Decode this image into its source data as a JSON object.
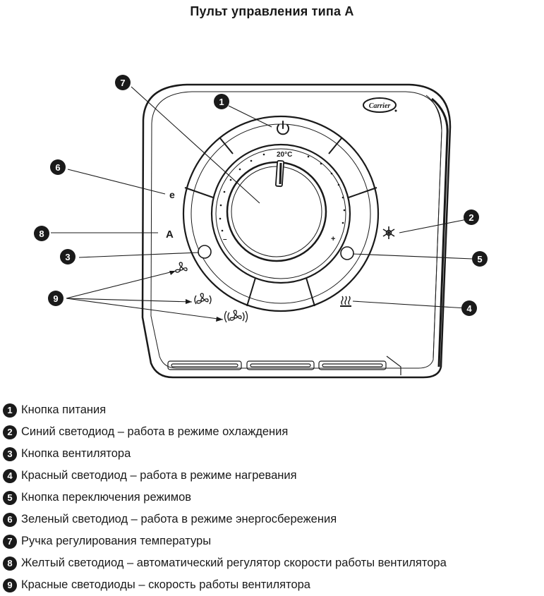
{
  "title": "Пульт управления типа А",
  "device": {
    "brand": "Carrier",
    "temperature": "20°C",
    "mode_letter_auto": "A",
    "mode_letter_eco": "e",
    "knob_minus": "–",
    "knob_plus": "+"
  },
  "callouts": [
    "1",
    "2",
    "3",
    "4",
    "5",
    "6",
    "7",
    "8",
    "9"
  ],
  "legend": [
    {
      "num": "1",
      "text": "Кнопка питания"
    },
    {
      "num": "2",
      "text": "Синий светодиод – работа в режиме охлаждения"
    },
    {
      "num": "3",
      "text": "Кнопка вентилятора"
    },
    {
      "num": "4",
      "text": "Красный светодиод – работа в режиме нагревания"
    },
    {
      "num": "5",
      "text": "Кнопка переключения режимов"
    },
    {
      "num": "6",
      "text": "Зеленый светодиод – работа в режиме энергосбережения"
    },
    {
      "num": "7",
      "text": "Ручка регулирования температуры"
    },
    {
      "num": "8",
      "text": "Желтый светодиод – автоматический регулятор скорости работы вентилятора"
    },
    {
      "num": "9",
      "text": "Красные светодиоды – скорость работы вентилятора"
    }
  ],
  "icons": {
    "power": "power-icon",
    "cool": "snowflake-icon",
    "heat": "heat-icon",
    "fan_low": "fan-low-icon",
    "fan_mid": "fan-medium-icon",
    "fan_high": "fan-high-icon"
  }
}
